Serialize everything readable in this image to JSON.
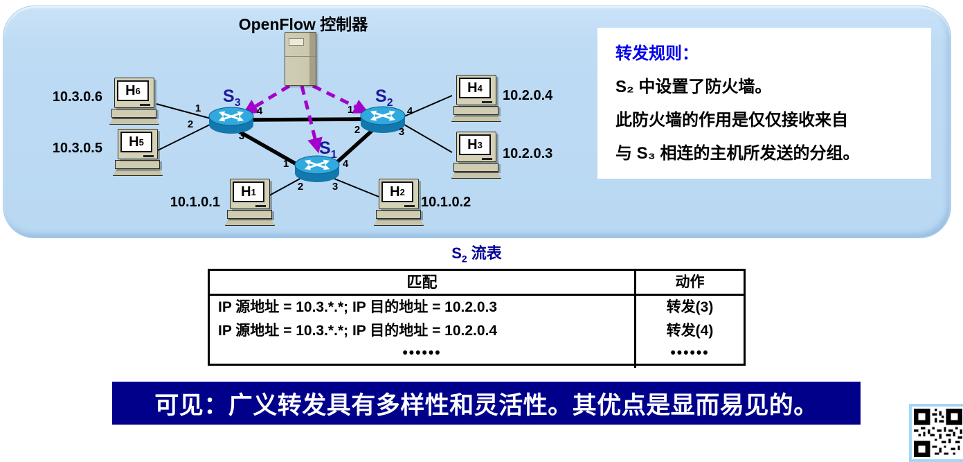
{
  "topology": {
    "title": "OpenFlow 控制器",
    "controller_icon": "server-tower-icon",
    "switch_icon": "router-switch-icon",
    "host_icon": "desktop-computer-icon",
    "switches": [
      {
        "base": "S",
        "sub": "3",
        "ports": [
          "1",
          "2",
          "3",
          "4"
        ]
      },
      {
        "base": "S",
        "sub": "2",
        "ports": [
          "1",
          "2",
          "3",
          "4"
        ]
      },
      {
        "base": "S",
        "sub": "1",
        "ports": [
          "1",
          "2",
          "3",
          "4"
        ]
      }
    ],
    "hosts": [
      {
        "base": "H",
        "sub": "6",
        "ip": "10.3.0.6"
      },
      {
        "base": "H",
        "sub": "5",
        "ip": "10.3.0.5"
      },
      {
        "base": "H",
        "sub": "4",
        "ip": "10.2.0.4"
      },
      {
        "base": "H",
        "sub": "3",
        "ip": "10.2.0.3"
      },
      {
        "base": "H",
        "sub": "1",
        "ip": "10.1.0.1"
      },
      {
        "base": "H",
        "sub": "2",
        "ip": "10.1.0.2"
      }
    ]
  },
  "rules_box": {
    "title": "转发规则：",
    "lines": [
      "S₂ 中设置了防火墙。",
      "此防火墙的作用是仅仅接收来自",
      "与 S₃ 相连的主机所发送的分组。"
    ]
  },
  "flow_table": {
    "title_base": "S",
    "title_sub": "2",
    "title_rest": " 流表",
    "headers": {
      "match": "匹配",
      "action": "动作"
    },
    "rows": [
      {
        "match": "IP 源地址 = 10.3.*.*;  IP 目的地址 = 10.2.0.3",
        "action": "转发(3)"
      },
      {
        "match": "IP 源地址 = 10.3.*.*;  IP 目的地址 = 10.2.0.4",
        "action": "转发(4)"
      },
      {
        "match": "••••••",
        "action": "••••••"
      }
    ]
  },
  "banner": {
    "text": "可见：广义转发具有多样性和灵活性。其优点是显而易见的。"
  },
  "qr": {
    "icon": "qr-code-icon"
  },
  "colors": {
    "panel_bg": "#BEDBF4",
    "banner_bg": "#00008B",
    "rules_title_blue": "#0000EE",
    "switch_label_navy": "#1A1A99",
    "table_title_navy": "#000099",
    "control_arrow_purple": "#A300CC",
    "link_black": "#000000",
    "switch_body_blue": "#1378AE",
    "switch_top_blue": "#30A9DE",
    "host_beige": "#D4D1B6"
  }
}
